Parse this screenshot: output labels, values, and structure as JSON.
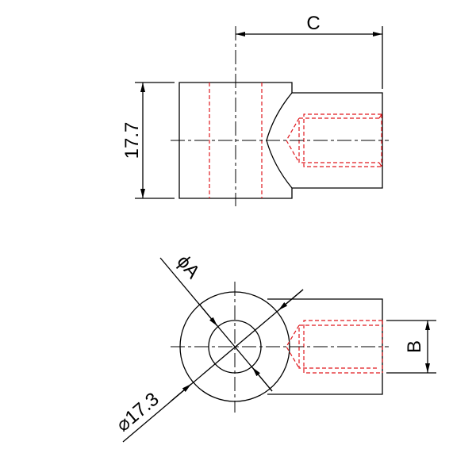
{
  "drawing": {
    "side_view": {
      "dim_c_label": "C",
      "dim_height_label": "17.7"
    },
    "end_view": {
      "dim_a_label": "ϕA",
      "dim_outer_label": "⌀17.3",
      "dim_b_label": "B"
    },
    "colors": {
      "outline": "#000000",
      "hidden_lines": "#e0191e"
    }
  }
}
